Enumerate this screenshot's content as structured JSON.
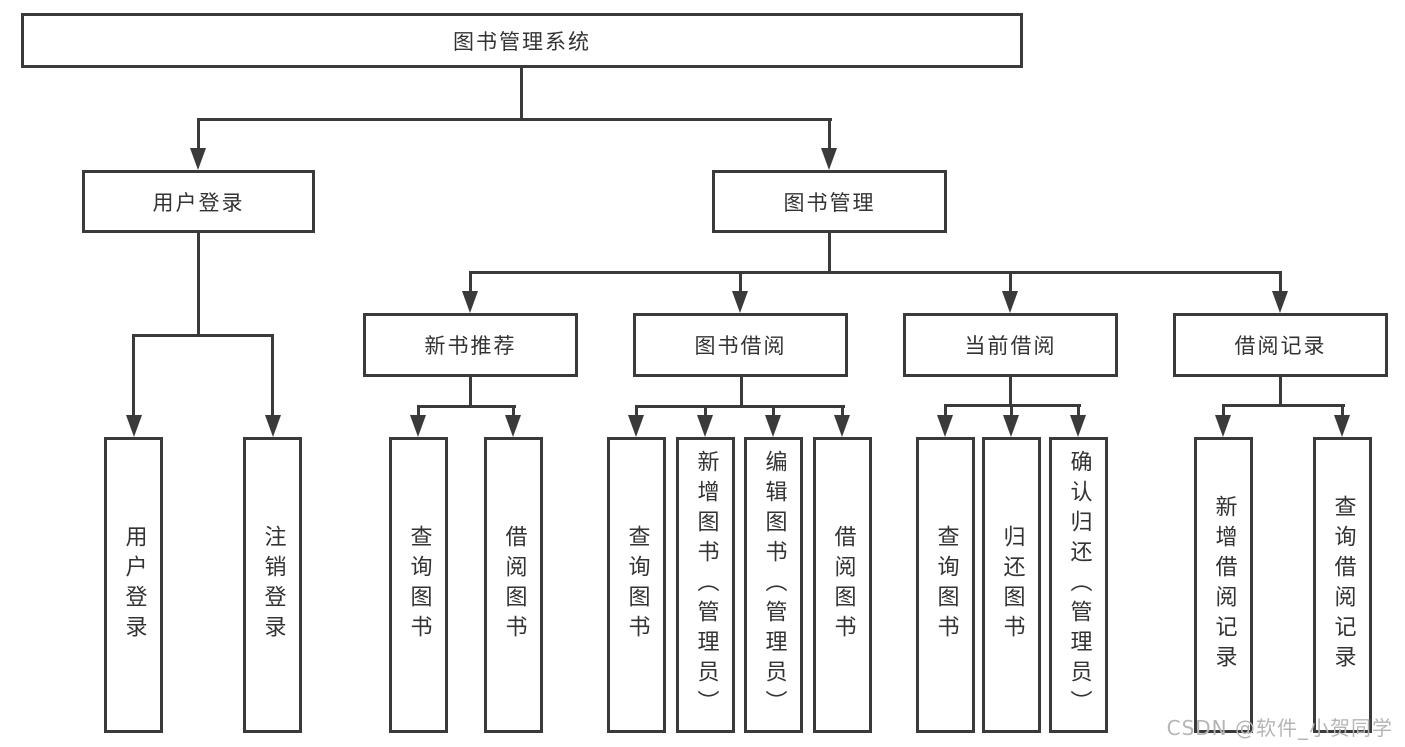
{
  "diagram": {
    "root": "图书管理系统",
    "level2": {
      "user_login": "用户登录",
      "book_mgmt": "图书管理"
    },
    "level3": {
      "new_rec": "新书推荐",
      "borrow": "图书借阅",
      "current": "当前借阅",
      "record": "借阅记录"
    },
    "leaves": {
      "user_login": "用户登录",
      "logout": "注销登录",
      "rec_query": "查询图书",
      "rec_borrow": "借阅图书",
      "bor_query": "查询图书",
      "bor_add": "新增图书（管理员）",
      "bor_edit": "编辑图书（管理员）",
      "bor_borrow": "借阅图书",
      "cur_query": "查询图书",
      "cur_return": "归还图书",
      "cur_confirm": "确认归还（管理员）",
      "rec2_add": "新增借阅记录",
      "rec2_query": "查询借阅记录"
    },
    "watermark": "CSDN @软件_小贺同学",
    "colors": {
      "line": "#3a3a3a",
      "text": "#333333",
      "watermark": "#b5b5b5",
      "background": "#ffffff"
    }
  }
}
